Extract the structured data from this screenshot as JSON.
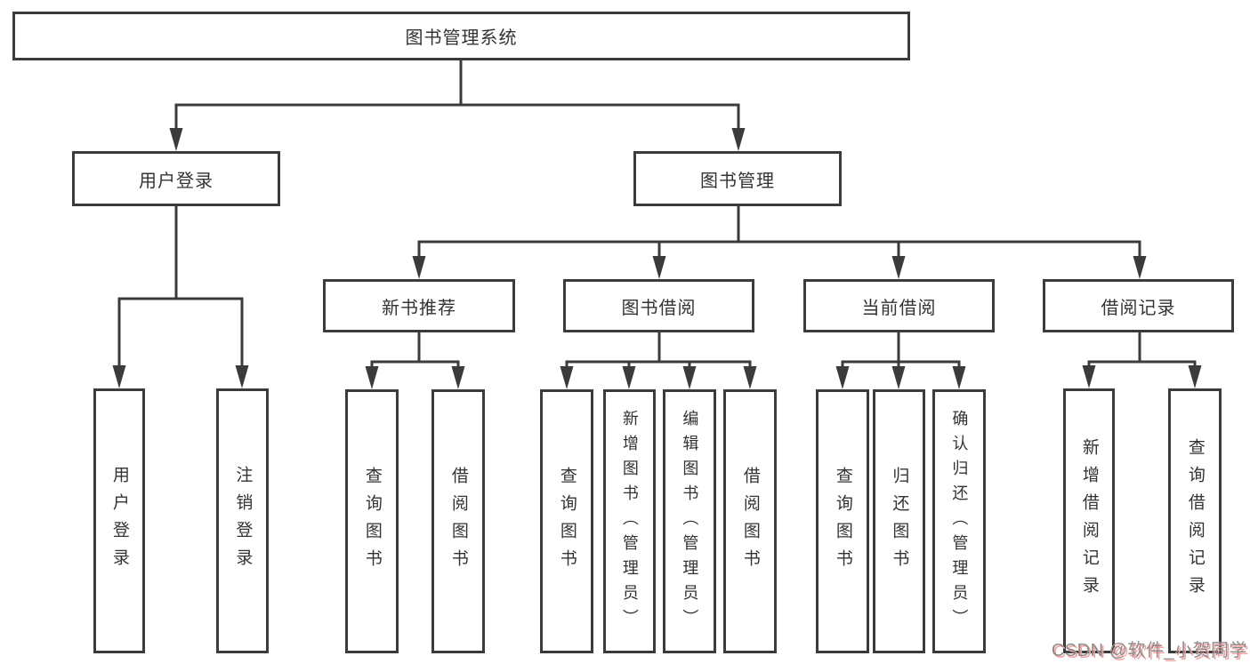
{
  "nodes": {
    "root": {
      "label": "图书管理系统"
    },
    "user_login": {
      "label": "用户登录"
    },
    "book_mgmt": {
      "label": "图书管理"
    },
    "new_book_rec": {
      "label": "新书推荐"
    },
    "book_borrow": {
      "label": "图书借阅"
    },
    "current_borrow": {
      "label": "当前借阅"
    },
    "borrow_records": {
      "label": "借阅记录"
    },
    "leaf_user_login": {
      "label": "用户登录"
    },
    "leaf_logout": {
      "label": "注销登录"
    },
    "leaf_query_book_1": {
      "label": "查询图书"
    },
    "leaf_borrow_book_1": {
      "label": "借阅图书"
    },
    "leaf_query_book_2": {
      "label": "查询图书"
    },
    "leaf_add_book": {
      "label": "新增图书（管理员）"
    },
    "leaf_edit_book": {
      "label": "编辑图书（管理员）"
    },
    "leaf_borrow_book_2": {
      "label": "借阅图书"
    },
    "leaf_query_book_3": {
      "label": "查询图书"
    },
    "leaf_return_book": {
      "label": "归还图书"
    },
    "leaf_confirm_return": {
      "label": "确认归还（管理员）"
    },
    "leaf_add_record": {
      "label": "新增借阅记录"
    },
    "leaf_query_record": {
      "label": "查询借阅记录"
    }
  },
  "watermark": {
    "text": "CSDN @软件_小贺同学"
  },
  "colors": {
    "line": "#3b3b3b",
    "box_border": "#3b3b3b",
    "text": "#333333",
    "background": "#ffffff",
    "watermark_text": "#8c8c8c",
    "watermark_shadow": "#f4a0a0"
  }
}
